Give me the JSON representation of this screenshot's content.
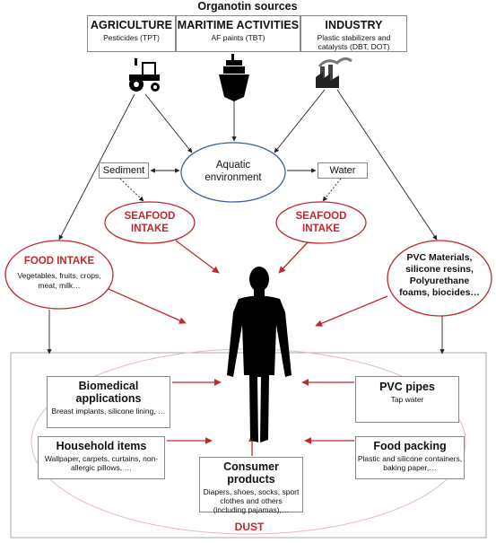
{
  "title": "Organotin sources",
  "sources": [
    {
      "title": "AGRICULTURE",
      "subtitle": "Pesticides (TPT)",
      "icon": "tractor-icon"
    },
    {
      "title": "MARITIME ACTIVITIES",
      "subtitle": "AF paints (TBT)",
      "icon": "ship-icon"
    },
    {
      "title": "INDUSTRY",
      "subtitle": "Plastic stabilizers and catalysts (DBT, DOT)",
      "icon": "factory-icon"
    }
  ],
  "aquatic": {
    "line1": "Aquatic",
    "line2": "environment"
  },
  "sediment": "Sediment",
  "water": "Water",
  "seafood_left": {
    "line1": "SEAFOOD",
    "line2": "INTAKE"
  },
  "seafood_right": {
    "line1": "SEAFOOD",
    "line2": "INTAKE"
  },
  "food_intake": {
    "title": "FOOD INTAKE",
    "line1": "Vegetables, fruits, crops,",
    "line2": "meat, milk…"
  },
  "pvc_materials": {
    "line1": "PVC Materials,",
    "line2": "silicone resins,",
    "line3": "Polyurethane",
    "line4": "foams, biocides…"
  },
  "biomedical": {
    "title1": "Biomedical",
    "title2": "applications",
    "sub": "Breast implants, silicone lining, …"
  },
  "household": {
    "title": "Household items",
    "sub": "Wallpaper, carpets, curtains, non-allergic pillows, …"
  },
  "consumer": {
    "title": "Consumer products",
    "sub": "Diapers, shoes, socks, sport clothes and others (including pajamas),…"
  },
  "pvc_pipes": {
    "title": "PVC pipes",
    "sub": "Tap water"
  },
  "food_packing": {
    "title": "Food packing",
    "sub": "Plastic and silicone containers, baking paper,…"
  },
  "dust": "DUST",
  "colors": {
    "red": "#c0282d",
    "blue": "#3a5f8f",
    "gray": "#888888",
    "black": "#111111"
  }
}
